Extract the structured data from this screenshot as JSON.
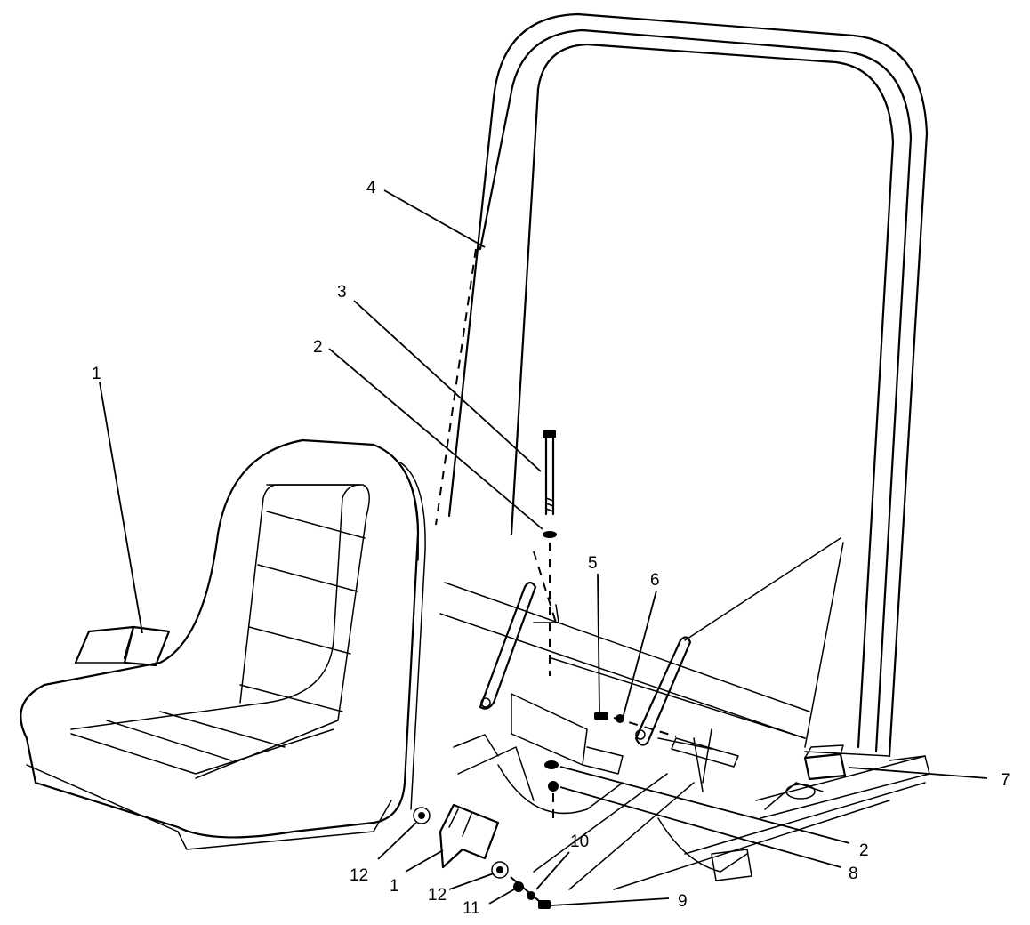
{
  "callouts": {
    "c1_seat": "1",
    "c4_rollbar": "4",
    "c3_bolt": "3",
    "c2_upper": "2",
    "c5": "5",
    "c6": "6",
    "c7": "7",
    "c2_lower": "2",
    "c8": "8",
    "c9": "9",
    "c10": "10",
    "c11": "11",
    "c12_left": "12",
    "c1_bracket": "1",
    "c12_mid": "12"
  }
}
